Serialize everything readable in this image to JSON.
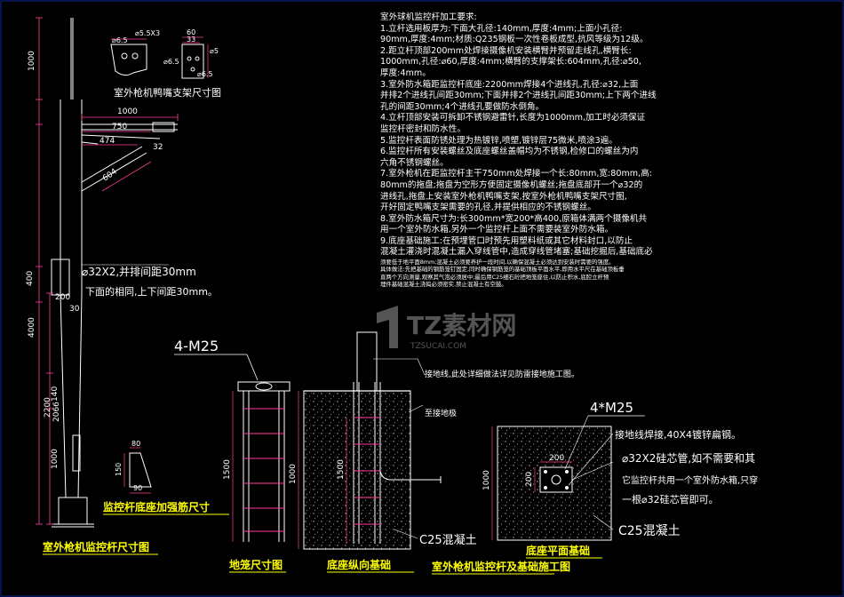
{
  "colors": {
    "background": "#000000",
    "line": "#ffffff",
    "dimension": "#ff3b9a",
    "label_yellow": "#ffff00",
    "frame_blue": "#1d3bff",
    "text": "#ffffff",
    "watermark": "#9a9a9a"
  },
  "spec": {
    "title": "室外球机监控杆加工要求:",
    "lines": [
      "1.立杆选用板厚为:下面大孔径:140mm,厚度:4mm;上面小孔径:",
      "90mm,厚度:4mm;材质:Q235钢板一次性卷板成型,抗风等级为12级。",
      "2.距立杆顶部200mm处焊接摄像机安装横臂并预留走线孔,横臂长:",
      "1000mm,孔径:⌀60,厚度:4mm;横臂的支撑架长:604mm,孔径:⌀50,",
      "厚度:4mm。",
      "3.室外防水箱距监控杆底座:2200mm焊接4个进线孔,孔径:⌀32,上面",
      "并排2个进线孔间距30mm;下面并排2个进线孔间距30mm;上下两个进线",
      "孔的间距30mm;4个进线孔要做防水倒角。",
      "4.立杆顶部安装可拆卸不锈钢避雷针,长度为1000mm,加工时必须保证",
      "监控杆密封和防水性。",
      "5.监控杆表面防锈处理为热镀锌,喷塑,镀锌层75微米,喷涂3遍。",
      "6.监控杆所有安装螺丝及底座螺丝盖帽均为不锈钢,检修口的螺丝为内",
      "六角不锈钢螺丝。",
      "7.室外枪机在距监控杆主干750mm处焊接一个长:80mm,宽:80mm,高:",
      "80mm的拖盘;拖盘为空形方便固定摄像机螺丝;拖盘底部开一个⌀32的",
      "进线孔,拖盘上安装室外枪机鸭嘴支架,按室外枪机鸭嘴支架尺寸图,",
      "开好固定鸭嘴支架需要的孔径,并提供相应的不锈钢螺丝。",
      "8.室外防水箱尺寸为:长300mm*宽200*高400,原箱体满两个摄像机共",
      "用一个室外防水箱,另外一个监控杆上面不需要装室外防水箱。",
      "9.底座基础施工:在预埋管口时预先用塑料纸或其它材料封口,以防止",
      "混凝土灌浇时混凝土漏入穿线管中,造成穿线管堵塞;基础挖掘后,基础底必"
    ],
    "small_lines": [
      "须要低于地平面8mm;混凝土必须要养护一段时间,以确保混凝土必须达到安装时需要的强度。",
      "具体做法:先把基础的钢筋笼钉固定,同时确保钢筋笼的基础顶板平面水平,即用水平尺在基础顶板垂",
      "直两个方向测量,观察其气泡必须居中;最后用C25细石砼把地笼座住,以防止积水,底腔立杆预",
      "埋件基础混凝土浇捣必须密实,禁止混凝土有空鼓。"
    ]
  },
  "pole": {
    "caption": "室外枪机监控杆尺寸图",
    "dims": [
      "1000",
      "1000",
      "750",
      "474",
      "32",
      "604",
      "200",
      "400",
      "4000",
      "140",
      "2200",
      "2066",
      "1000",
      "30"
    ],
    "note1": "⌀32X2,并排间距30mm",
    "note2": "下面的相同,上下间距30mm。"
  },
  "bracket": {
    "caption": "室外枪机鸭嘴支架尺寸图",
    "dims": [
      "⌀5.5X3",
      "⌀6.5",
      "60",
      "33",
      "⌀5",
      "⌀6.5",
      "⌀6.5"
    ]
  },
  "rib": {
    "caption": "监控杆底座加强筋尺寸",
    "dims": [
      "80",
      "150",
      "90"
    ]
  },
  "cage": {
    "label": "4-M25",
    "caption": "地笼尺寸图",
    "dims": [
      "1500"
    ]
  },
  "section": {
    "note_ground": "接地线,此处详细做法详见防雷接地施工图。",
    "note_to_ground": "至接地极",
    "dims": [
      "1000",
      "1500"
    ],
    "concrete": "C25混凝土",
    "caption": "底座纵向基础"
  },
  "plan": {
    "label": "4*M25",
    "dims": [
      "200",
      "200",
      "1000"
    ],
    "note1": "接地线焊接,40X4镀锌扁钢。",
    "note2": "⌀32X2硅芯管,如不需要和其",
    "note3": "它监控杆共用一个室外防水箱,只穿",
    "note4": "一根⌀32硅芯管即可。",
    "concrete": "C25混凝土",
    "caption": "底座平面基础"
  },
  "footer": {
    "caption": "室外枪机监控杆及基础施工图"
  },
  "watermark": {
    "text": "TZ素材网",
    "sub": "TZSUCAI.COM"
  }
}
